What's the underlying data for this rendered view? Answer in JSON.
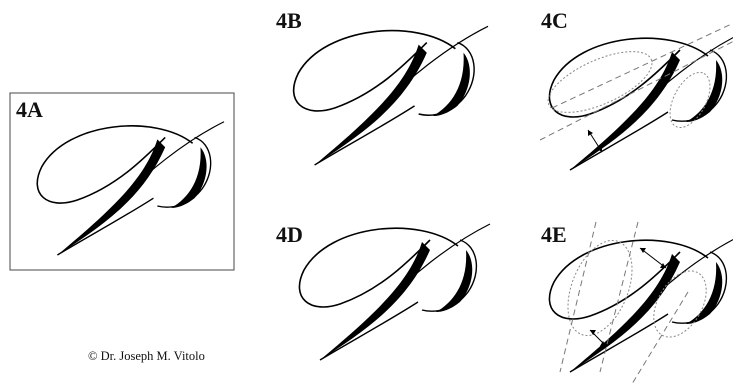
{
  "labels": {
    "a": "4A",
    "b": "4B",
    "c": "4C",
    "d": "4D",
    "e": "4E"
  },
  "credit": "© Dr. Joseph M. Vitolo"
}
